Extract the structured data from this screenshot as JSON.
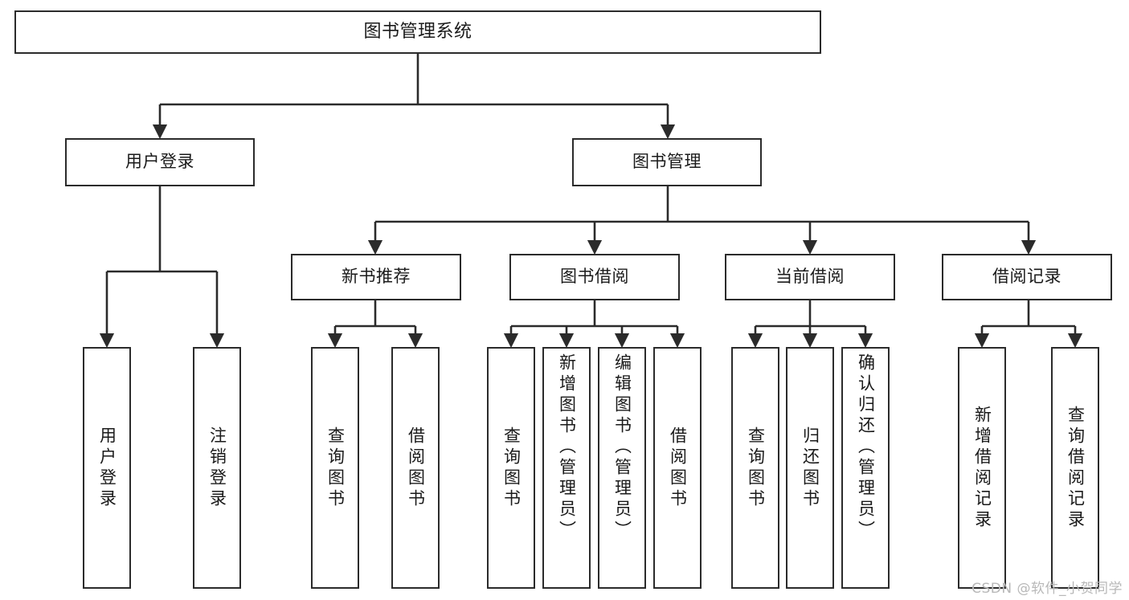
{
  "diagram": {
    "title": "图书管理系统",
    "type": "tree",
    "stroke_color": "#2b2b2b",
    "background_color": "#ffffff",
    "text_color": "#1a1a1a",
    "nodes": {
      "root": {
        "label": "图书管理系统"
      },
      "level1": [
        {
          "id": "user-login",
          "label": "用户登录"
        },
        {
          "id": "book-management",
          "label": "图书管理"
        }
      ],
      "level2": [
        {
          "id": "new-book-recommend",
          "label": "新书推荐"
        },
        {
          "id": "book-borrow",
          "label": "图书借阅"
        },
        {
          "id": "current-borrow",
          "label": "当前借阅"
        },
        {
          "id": "borrow-record",
          "label": "借阅记录"
        }
      ],
      "leaves": {
        "user-login": [
          {
            "id": "leaf-user-login",
            "label": "用户登录"
          },
          {
            "id": "leaf-user-logout",
            "label": "注销登录"
          }
        ],
        "new-book-recommend": [
          {
            "id": "leaf-query-book-1",
            "label": "查询图书"
          },
          {
            "id": "leaf-borrow-book-1",
            "label": "借阅图书"
          }
        ],
        "book-borrow": [
          {
            "id": "leaf-query-book-2",
            "label": "查询图书"
          },
          {
            "id": "leaf-add-book",
            "label": "新增图书（管理员）"
          },
          {
            "id": "leaf-edit-book",
            "label": "编辑图书（管理员）"
          },
          {
            "id": "leaf-borrow-book-2",
            "label": "借阅图书"
          }
        ],
        "current-borrow": [
          {
            "id": "leaf-query-book-3",
            "label": "查询图书"
          },
          {
            "id": "leaf-return-book",
            "label": "归还图书"
          },
          {
            "id": "leaf-confirm-return",
            "label": "确认归还（管理员）"
          }
        ],
        "borrow-record": [
          {
            "id": "leaf-add-record",
            "label": "新增借阅记录"
          },
          {
            "id": "leaf-query-record",
            "label": "查询借阅记录"
          }
        ]
      }
    }
  },
  "watermark": {
    "text": "CSDN @软件_小贺同学"
  }
}
